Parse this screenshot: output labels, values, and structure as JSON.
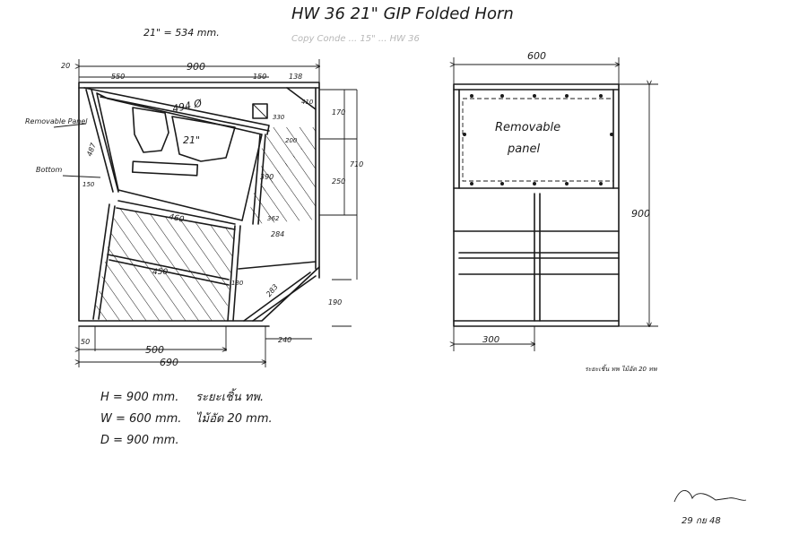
{
  "title": "HW 36  21\" GIP Folded Horn",
  "copy_note": "Copy  Conde  ...  15\"  ...  HW 36",
  "scale_note": "21\" = 534 mm.",
  "side_view": {
    "labels": {
      "removable_panel": "Removable Panel",
      "bottom": "Bottom",
      "driver": "21\"",
      "diameter": "494 Ø"
    },
    "dims": {
      "top_width": "900",
      "left_offset": "20",
      "top_550": "550",
      "top_150": "150",
      "top_138": "138",
      "r_170": "170",
      "r_250": "250",
      "r_710": "710",
      "r_190": "190",
      "d_410": "410",
      "d_330": "330",
      "d_200": "200",
      "d_390": "390",
      "d_487": "487",
      "d_150": "150",
      "d_460": "460",
      "d_362": "362",
      "d_284": "284",
      "d_450": "450",
      "d_130": "130",
      "d_283": "283",
      "b_50": "50",
      "b_500": "500",
      "b_690": "690",
      "b_240": "240"
    }
  },
  "front_view": {
    "panel_label": "Removable panel",
    "dims": {
      "width": "600",
      "height": "900",
      "bottom": "300"
    },
    "note": "ระยะเชิ้น  ทพ  ไม้อัด 20  ทพ"
  },
  "specs": [
    {
      "left": "H = 900 mm.",
      "right": "ระยะเชิ้น  ทพ."
    },
    {
      "left": "W = 600 mm.",
      "right": "ไม้อัด  20  mm."
    },
    {
      "left": "D = 900 mm.",
      "right": ""
    }
  ],
  "signature_date": "29 กย 48"
}
